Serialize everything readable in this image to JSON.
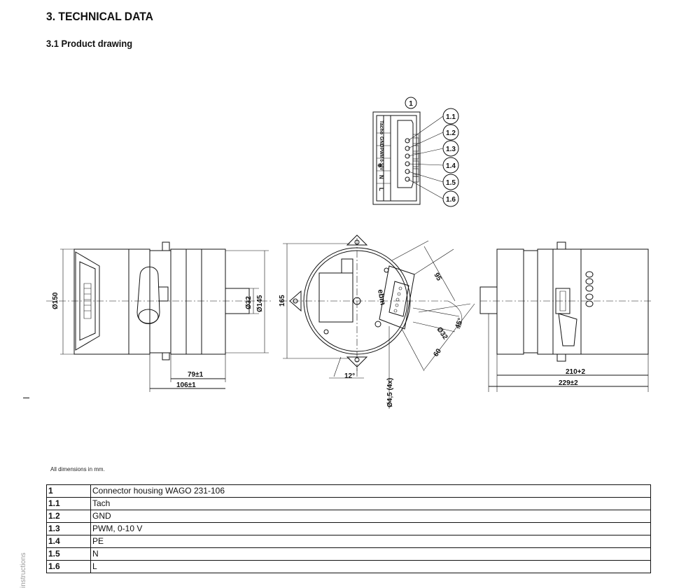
{
  "heading": "3. TECHNICAL DATA",
  "subheading": "3.1 Product drawing",
  "side_text": "instructions",
  "note": "All dimensions in mm.",
  "drawing": {
    "callout_main": "1",
    "callouts": [
      "1.1",
      "1.2",
      "1.3",
      "1.4",
      "1.5",
      "1.6"
    ],
    "terminal_labels": [
      "Tacho",
      "GND",
      "PWM 0-10V",
      "⊕",
      "N",
      "L"
    ],
    "dimensions": {
      "d150": "Ø150",
      "d32": "Ø32",
      "d145": "Ø145",
      "l79": "79±1",
      "l106": "106±1",
      "h165": "165",
      "a12": "12°",
      "holes": "Ø4,5 (4x)",
      "l95": "95",
      "d32b": "Ø32",
      "a45": "45°",
      "l60": "60",
      "l210": "210+2",
      "l229": "229±2"
    },
    "logo_text": "ebm"
  },
  "table": {
    "rows": [
      {
        "id": "1",
        "desc": "Connector housing WAGO 231-106"
      },
      {
        "id": "1.1",
        "desc": "Tach"
      },
      {
        "id": "1.2",
        "desc": "GND"
      },
      {
        "id": "1.3",
        "desc": "PWM, 0-10 V"
      },
      {
        "id": "1.4",
        "desc": "PE"
      },
      {
        "id": "1.5",
        "desc": "N"
      },
      {
        "id": "1.6",
        "desc": "L"
      }
    ]
  }
}
